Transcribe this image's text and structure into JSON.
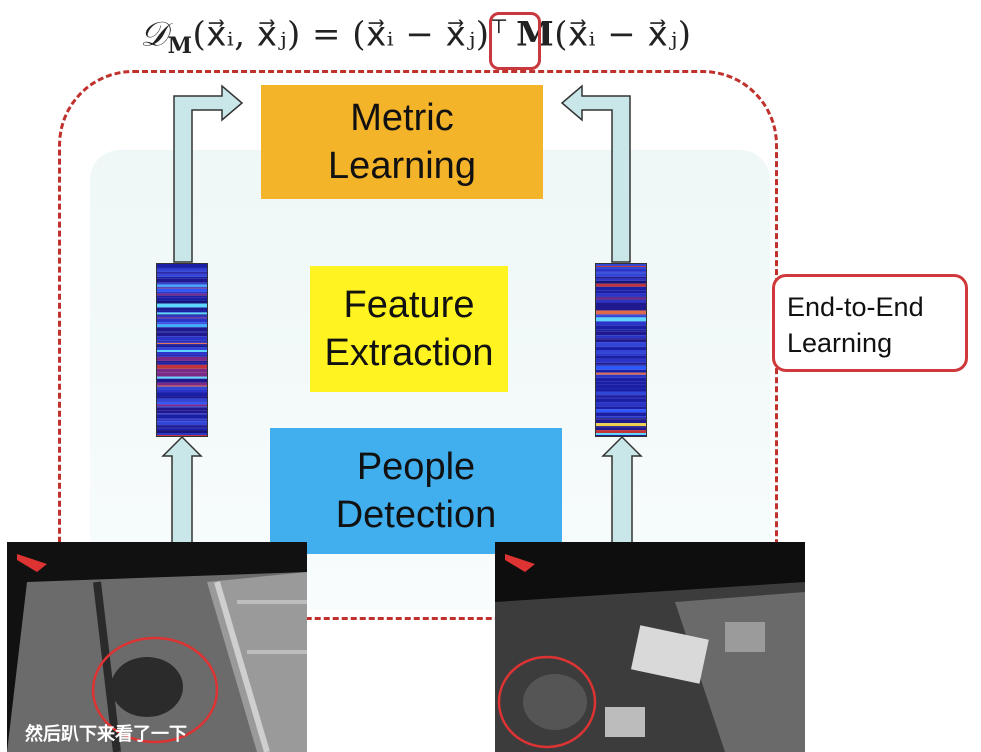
{
  "formula": {
    "d": "𝒟",
    "sub": "M",
    "args": "(x⃗ᵢ, x⃗ⱼ) = (x⃗ᵢ − x⃗ⱼ)",
    "transpose": "⊤",
    "matrix": "M",
    "tail": "(x⃗ᵢ − x⃗ⱼ)"
  },
  "blocks": {
    "metric_learning": "Metric\nLearning",
    "feature_extraction": "Feature\nExtraction",
    "people_detection": "People\nDetection"
  },
  "callout": "End-to-End\nLearning",
  "photos": {
    "left_caption": "然后趴下来看了一下"
  },
  "colors": {
    "metric": "#f4b42a",
    "feature": "#fff321",
    "people": "#41aeee",
    "arrow_fill": "#c9e7e9",
    "dashed_border": "#c0302c"
  }
}
